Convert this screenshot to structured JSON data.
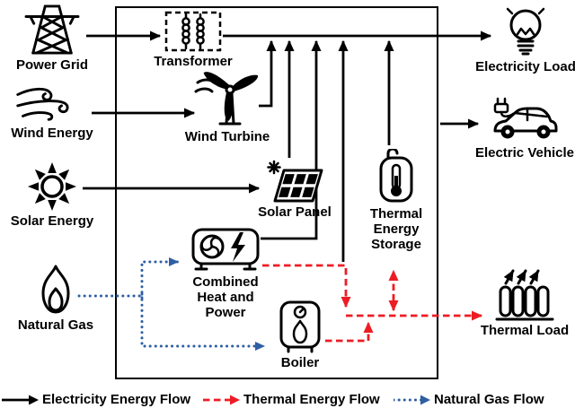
{
  "nodes": {
    "power_grid": {
      "label": "Power Grid",
      "icon": "transmission-tower-icon"
    },
    "wind_energy": {
      "label": "Wind Energy",
      "icon": "wind-gust-icon"
    },
    "solar_energy": {
      "label": "Solar Energy",
      "icon": "sun-icon"
    },
    "natural_gas": {
      "label": "Natural Gas",
      "icon": "gas-flame-icon"
    },
    "transformer": {
      "label": "Transformer",
      "icon": "transformer-coils-icon"
    },
    "wind_turbine": {
      "label": "Wind Turbine",
      "icon": "wind-turbine-icon"
    },
    "solar_panel": {
      "label": "Solar Panel",
      "icon": "solar-panel-icon"
    },
    "chp": {
      "label": "Combined Heat and Power",
      "icon": "chp-engine-icon"
    },
    "boiler": {
      "label": "Boiler",
      "icon": "boiler-icon"
    },
    "thermal_energy_storage": {
      "label": "Thermal Energy Storage",
      "icon": "storage-tank-icon"
    },
    "electricity_load": {
      "label": "Electricity Load",
      "icon": "light-bulb-icon"
    },
    "electric_vehicle": {
      "label": "Electric Vehicle",
      "icon": "electric-car-icon"
    },
    "thermal_load": {
      "label": "Thermal Load",
      "icon": "radiator-icon"
    }
  },
  "flows": [
    {
      "from": "power_grid",
      "to": "transformer",
      "type": "electricity"
    },
    {
      "from": "transformer",
      "to": "electricity_load",
      "type": "electricity"
    },
    {
      "from": "wind_energy",
      "to": "wind_turbine",
      "type": "electricity"
    },
    {
      "from": "wind_turbine",
      "to": "electricity_bus",
      "type": "electricity"
    },
    {
      "from": "solar_energy",
      "to": "solar_panel",
      "type": "electricity"
    },
    {
      "from": "solar_panel",
      "to": "electricity_bus",
      "type": "electricity"
    },
    {
      "from": "chp",
      "to": "electricity_bus",
      "type": "electricity"
    },
    {
      "from": "thermal_energy_storage",
      "to": "electricity_bus",
      "type": "electricity"
    },
    {
      "from": "electricity_bus",
      "to": "electric_vehicle",
      "type": "electricity"
    },
    {
      "from": "chp",
      "to": "thermal_bus",
      "type": "thermal"
    },
    {
      "from": "boiler",
      "to": "thermal_bus",
      "type": "thermal"
    },
    {
      "from": "thermal_energy_storage",
      "to": "thermal_bus",
      "type": "thermal",
      "bidirectional": true
    },
    {
      "from": "thermal_bus",
      "to": "thermal_load",
      "type": "thermal"
    },
    {
      "from": "natural_gas",
      "to": "chp",
      "type": "natural_gas"
    },
    {
      "from": "natural_gas",
      "to": "boiler",
      "type": "natural_gas"
    }
  ],
  "legend": {
    "electricity": {
      "label": "Electricity Energy Flow",
      "color": "#000000",
      "line_style": "solid"
    },
    "thermal": {
      "label": "Thermal Energy Flow",
      "color": "#ed1c24",
      "line_style": "dashed"
    },
    "natural_gas": {
      "label": "Natural Gas Flow",
      "color": "#2e5fa3",
      "line_style": "dotted"
    }
  }
}
